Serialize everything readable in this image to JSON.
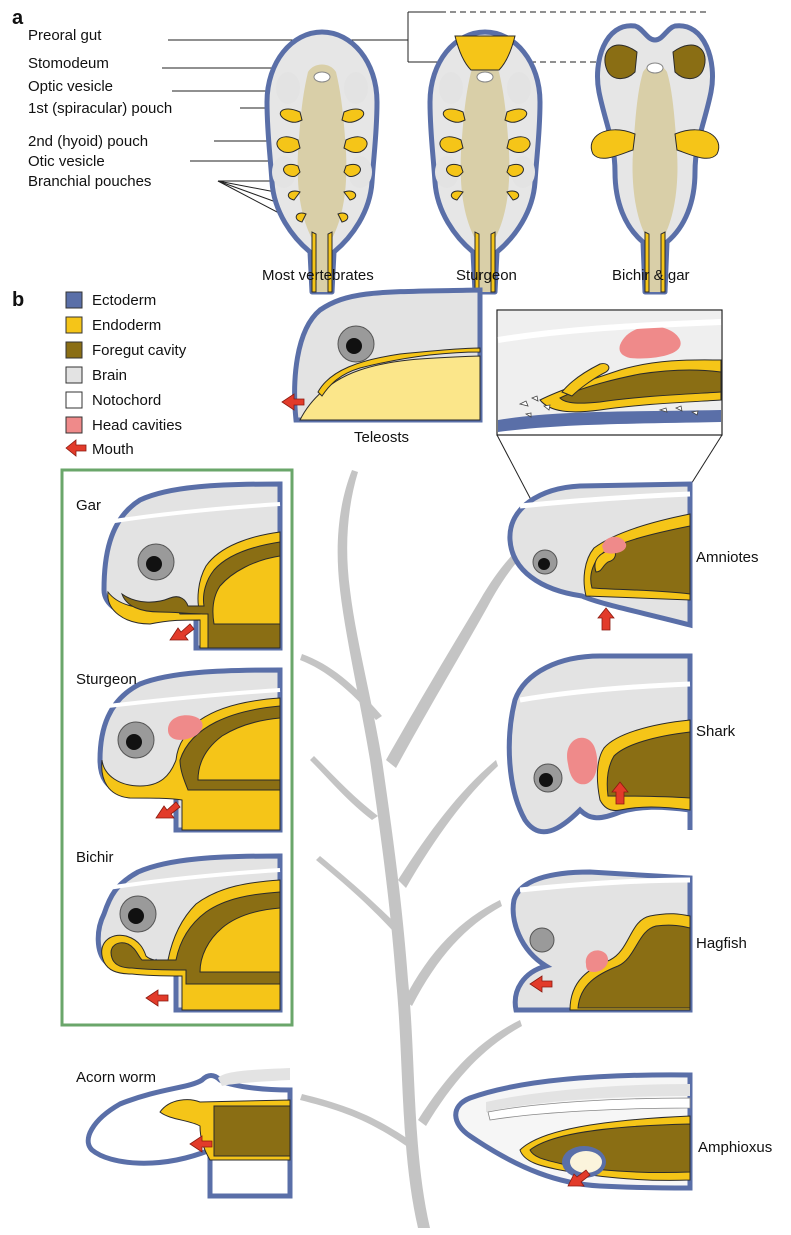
{
  "panels": {
    "a": "a",
    "b": "b"
  },
  "panel_a": {
    "labels": [
      "Preoral gut",
      "Stomodeum",
      "Optic vesicle",
      "1st (spiracular) pouch",
      "2nd (hyoid) pouch",
      "Otic vesicle",
      "Branchial pouches"
    ],
    "columns": [
      "Most vertebrates",
      "Sturgeon",
      "Bichir & gar"
    ]
  },
  "legend": [
    {
      "label": "Ectoderm",
      "color": "#5a6fa8"
    },
    {
      "label": "Endoderm",
      "color": "#f5c518"
    },
    {
      "label": "Foregut cavity",
      "color": "#8a6e14"
    },
    {
      "label": "Brain",
      "color": "#e3e3e3"
    },
    {
      "label": "Notochord",
      "color": "#ffffff"
    },
    {
      "label": "Head cavities",
      "color": "#ef8a8a"
    },
    {
      "label": "Mouth",
      "color": "#e23b2a"
    }
  ],
  "taxa": {
    "teleosts": "Teleosts",
    "gar": "Gar",
    "sturgeon": "Sturgeon",
    "bichir": "Bichir",
    "acorn_worm": "Acorn worm",
    "amniotes": "Amniotes",
    "shark": "Shark",
    "hagfish": "Hagfish",
    "amphioxus": "Amphioxus"
  }
}
